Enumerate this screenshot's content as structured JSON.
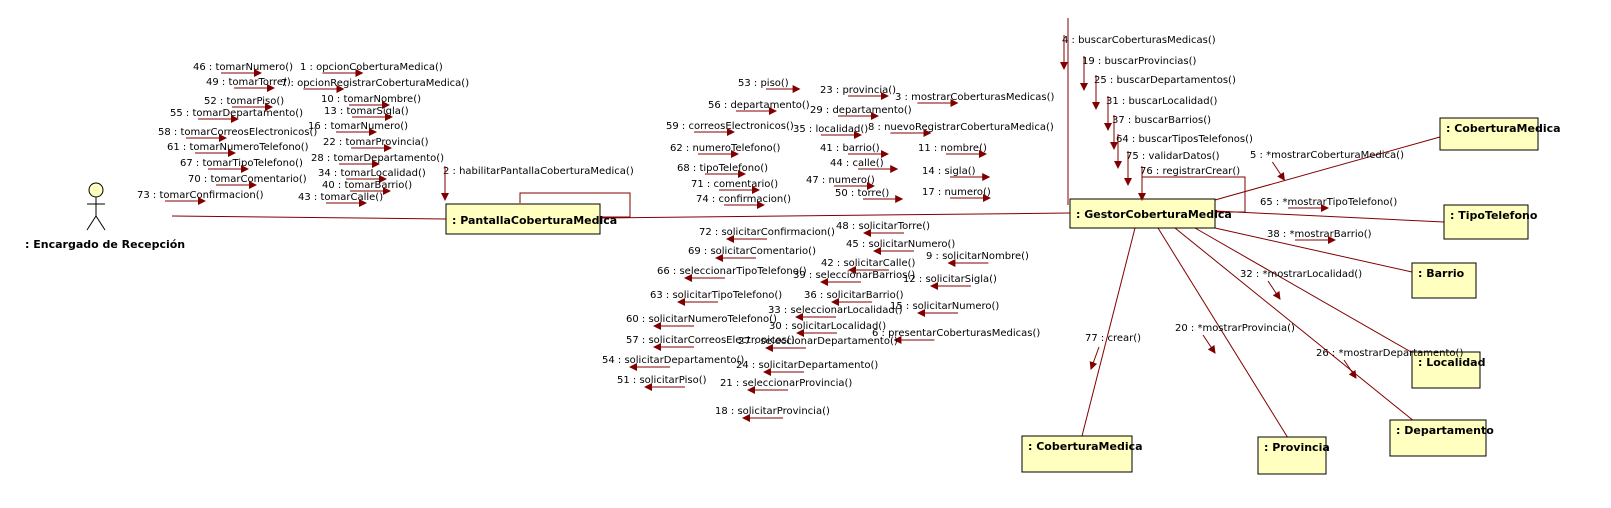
{
  "colors": {
    "line": "#800000",
    "box_fill": "#ffffc0",
    "box_stroke": "#000000",
    "text": "#000000"
  },
  "actor": {
    "label": ": Encargado de Recepción"
  },
  "objects": [
    {
      "id": "pantalla",
      "label": ": PantallaCoberturaMedica"
    },
    {
      "id": "gestor",
      "label": ": GestorCoberturaMedica"
    },
    {
      "id": "cm_right",
      "label": ": CoberturaMedica"
    },
    {
      "id": "tipotel",
      "label": ": TipoTelefono"
    },
    {
      "id": "barrio",
      "label": ": Barrio"
    },
    {
      "id": "localidad",
      "label": ": Localidad"
    },
    {
      "id": "departamento",
      "label": ": Departamento"
    },
    {
      "id": "provincia",
      "label": ": Provincia"
    },
    {
      "id": "cm_bottom",
      "label": ": CoberturaMedica"
    }
  ],
  "messages": [
    {
      "id": "m46",
      "text": "46 : tomarNumero()"
    },
    {
      "id": "m1",
      "text": "1 : opcionCoberturaMedica()"
    },
    {
      "id": "m49",
      "text": "49 : tomarTorre()"
    },
    {
      "id": "m7",
      "text": "7 : opcionRegistrarCoberturaMedica()"
    },
    {
      "id": "m52",
      "text": "52 : tomarPiso()"
    },
    {
      "id": "m10",
      "text": "10 : tomarNombre()"
    },
    {
      "id": "m55",
      "text": "55 : tomarDepartamento()"
    },
    {
      "id": "m13",
      "text": "13 : tomarSigla()"
    },
    {
      "id": "m58",
      "text": "58 : tomarCorreosElectronicos()"
    },
    {
      "id": "m16",
      "text": "16 : tomarNumero()"
    },
    {
      "id": "m61",
      "text": "61 : tomarNumeroTelefono()"
    },
    {
      "id": "m22",
      "text": "22 : tomarProvincia()"
    },
    {
      "id": "m67",
      "text": "67 : tomarTipoTelefono()"
    },
    {
      "id": "m28",
      "text": "28 : tomarDepartamento()"
    },
    {
      "id": "m70",
      "text": "70 : tomarComentario()"
    },
    {
      "id": "m34",
      "text": "34 : tomarLocalidad()"
    },
    {
      "id": "m73",
      "text": "73 : tomarConfirmacion()"
    },
    {
      "id": "m40",
      "text": "40 : tomarBarrio()"
    },
    {
      "id": "m43",
      "text": "43 : tomarCalle()"
    },
    {
      "id": "m2",
      "text": "2 : habilitarPantallaCoberturaMedica()"
    },
    {
      "id": "m53",
      "text": "53 : piso()"
    },
    {
      "id": "m23",
      "text": "23 : provincia()"
    },
    {
      "id": "m3",
      "text": "3 : mostrarCoberturasMedicas()"
    },
    {
      "id": "m56",
      "text": "56 : departamento()"
    },
    {
      "id": "m29",
      "text": "29 : departamento()"
    },
    {
      "id": "m59",
      "text": "59 : correosElectronicos()"
    },
    {
      "id": "m35",
      "text": "35 : localidad()"
    },
    {
      "id": "m8",
      "text": "8 : nuevoRegistrarCoberturaMedica()"
    },
    {
      "id": "m62",
      "text": "62 : numeroTelefono()"
    },
    {
      "id": "m41",
      "text": "41 : barrio()"
    },
    {
      "id": "m11",
      "text": "11 : nombre()"
    },
    {
      "id": "m68",
      "text": "68 : tipoTelefono()"
    },
    {
      "id": "m44",
      "text": "44 : calle()"
    },
    {
      "id": "m14",
      "text": "14 : sigla()"
    },
    {
      "id": "m71",
      "text": "71 : comentario()"
    },
    {
      "id": "m47",
      "text": "47 : numero()"
    },
    {
      "id": "m50",
      "text": "50 : torre()"
    },
    {
      "id": "m17",
      "text": "17 : numero()"
    },
    {
      "id": "m74",
      "text": "74 : confirmacion()"
    },
    {
      "id": "m48",
      "text": "48 : solicitarTorre()"
    },
    {
      "id": "m72",
      "text": "72 : solicitarConfirmacion()"
    },
    {
      "id": "m45",
      "text": "45 : solicitarNumero()"
    },
    {
      "id": "m69",
      "text": "69 : solicitarComentario()"
    },
    {
      "id": "m9",
      "text": "9 : solicitarNombre()"
    },
    {
      "id": "m42",
      "text": "42 : solicitarCalle()"
    },
    {
      "id": "m66",
      "text": "66 : seleccionarTipoTelefono()"
    },
    {
      "id": "m39",
      "text": "39 : seleccionarBarrios()"
    },
    {
      "id": "m12",
      "text": "12 : solicitarSigla()"
    },
    {
      "id": "m63",
      "text": "63 : solicitarTipoTelefono()"
    },
    {
      "id": "m36",
      "text": "36 : solicitarBarrio()"
    },
    {
      "id": "m15",
      "text": "15 : solicitarNumero()"
    },
    {
      "id": "m33",
      "text": "33 : seleccionarLocalidad()"
    },
    {
      "id": "m60",
      "text": "60 : solicitarNumeroTelefono()"
    },
    {
      "id": "m30",
      "text": "30 : solicitarLocalidad()"
    },
    {
      "id": "m6",
      "text": "6 : presentarCoberturasMedicas()"
    },
    {
      "id": "m57",
      "text": "57 : solicitarCorreosElectronicos()"
    },
    {
      "id": "m27",
      "text": "27 : seleccionarDepartamento()"
    },
    {
      "id": "m54",
      "text": "54 : solicitarDepartamento()"
    },
    {
      "id": "m24",
      "text": "24 : solicitarDepartamento()"
    },
    {
      "id": "m51",
      "text": "51 : solicitarPiso()"
    },
    {
      "id": "m21",
      "text": "21 : seleccionarProvincia()"
    },
    {
      "id": "m18",
      "text": "18 : solicitarProvincia()"
    },
    {
      "id": "m4",
      "text": "4 : buscarCoberturasMedicas()"
    },
    {
      "id": "m19",
      "text": "19 : buscarProvincias()"
    },
    {
      "id": "m25",
      "text": "25 : buscarDepartamentos()"
    },
    {
      "id": "m31",
      "text": "31 : buscarLocalidad()"
    },
    {
      "id": "m37",
      "text": "37 : buscarBarrios()"
    },
    {
      "id": "m64",
      "text": "64 : buscarTiposTelefonos()"
    },
    {
      "id": "m75",
      "text": "75 : validarDatos()"
    },
    {
      "id": "m76",
      "text": "76 : registrarCrear()"
    },
    {
      "id": "m5",
      "text": "5 : *mostrarCoberturaMedica()"
    },
    {
      "id": "m65",
      "text": "65 : *mostrarTipoTelefono()"
    },
    {
      "id": "m38",
      "text": "38 : *mostrarBarrio()"
    },
    {
      "id": "m32",
      "text": "32 : *mostrarLocalidad()"
    },
    {
      "id": "m20",
      "text": "20 : *mostrarProvincia()"
    },
    {
      "id": "m26",
      "text": "26 : *mostrarDepartamento()"
    },
    {
      "id": "m77",
      "text": "77 : crear()"
    }
  ]
}
